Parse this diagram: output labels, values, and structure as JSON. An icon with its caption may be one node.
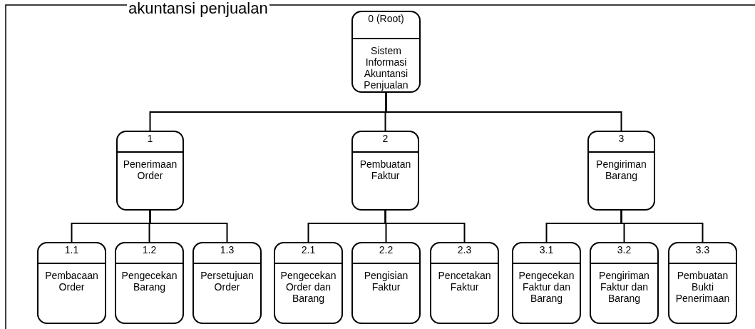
{
  "diagram": {
    "title": "akuntansi penjualan",
    "nodes": [
      {
        "text": [
          "0 (Root)",
          "Sistem Informasi Akuntansi Penjualan"
        ]
      },
      {
        "text": [
          "1",
          "Penerimaan Order"
        ]
      },
      {
        "text": [
          "2",
          "Pembuatan Faktur"
        ]
      },
      {
        "text": [
          "3",
          "Pengiriman Barang"
        ]
      },
      {
        "text": [
          "1.1",
          "Pembacaan Order"
        ]
      },
      {
        "text": [
          "1.2",
          "Pengecekan Barang"
        ]
      },
      {
        "text": [
          "1.3",
          "Persetujuan Order"
        ]
      },
      {
        "text": [
          "2.1",
          "Pengecekan Order dan Barang"
        ]
      },
      {
        "text": [
          "2.2",
          "Pengisian Faktur"
        ]
      },
      {
        "text": [
          "2.3",
          "Pencetakan Faktur"
        ]
      },
      {
        "text": [
          "3.1",
          "Pengecekan Faktur dan Barang"
        ]
      },
      {
        "text": [
          "3.2",
          "Pengiriman Faktur dan Barang"
        ]
      },
      {
        "text": [
          "3.3",
          "Pembuatan Bukti Penerimaan"
        ]
      }
    ],
    "edges": [
      {
        "from": 0,
        "to": 1,
        "arrow": "none"
      },
      {
        "from": 0,
        "to": 2,
        "arrow": "none"
      },
      {
        "from": 0,
        "to": 3,
        "arrow": "none"
      },
      {
        "from": 1,
        "to": 4,
        "arrow": "none"
      },
      {
        "from": 1,
        "to": 5,
        "arrow": "none"
      },
      {
        "from": 1,
        "to": 6,
        "arrow": "none"
      },
      {
        "from": 2,
        "to": 7,
        "arrow": "none"
      },
      {
        "from": 2,
        "to": 8,
        "arrow": "none"
      },
      {
        "from": 2,
        "to": 9,
        "arrow": "none"
      },
      {
        "from": 3,
        "to": 10,
        "arrow": "none"
      },
      {
        "from": 3,
        "to": 11,
        "arrow": "none"
      },
      {
        "from": 3,
        "to": 12,
        "arrow": "none"
      }
    ]
  }
}
